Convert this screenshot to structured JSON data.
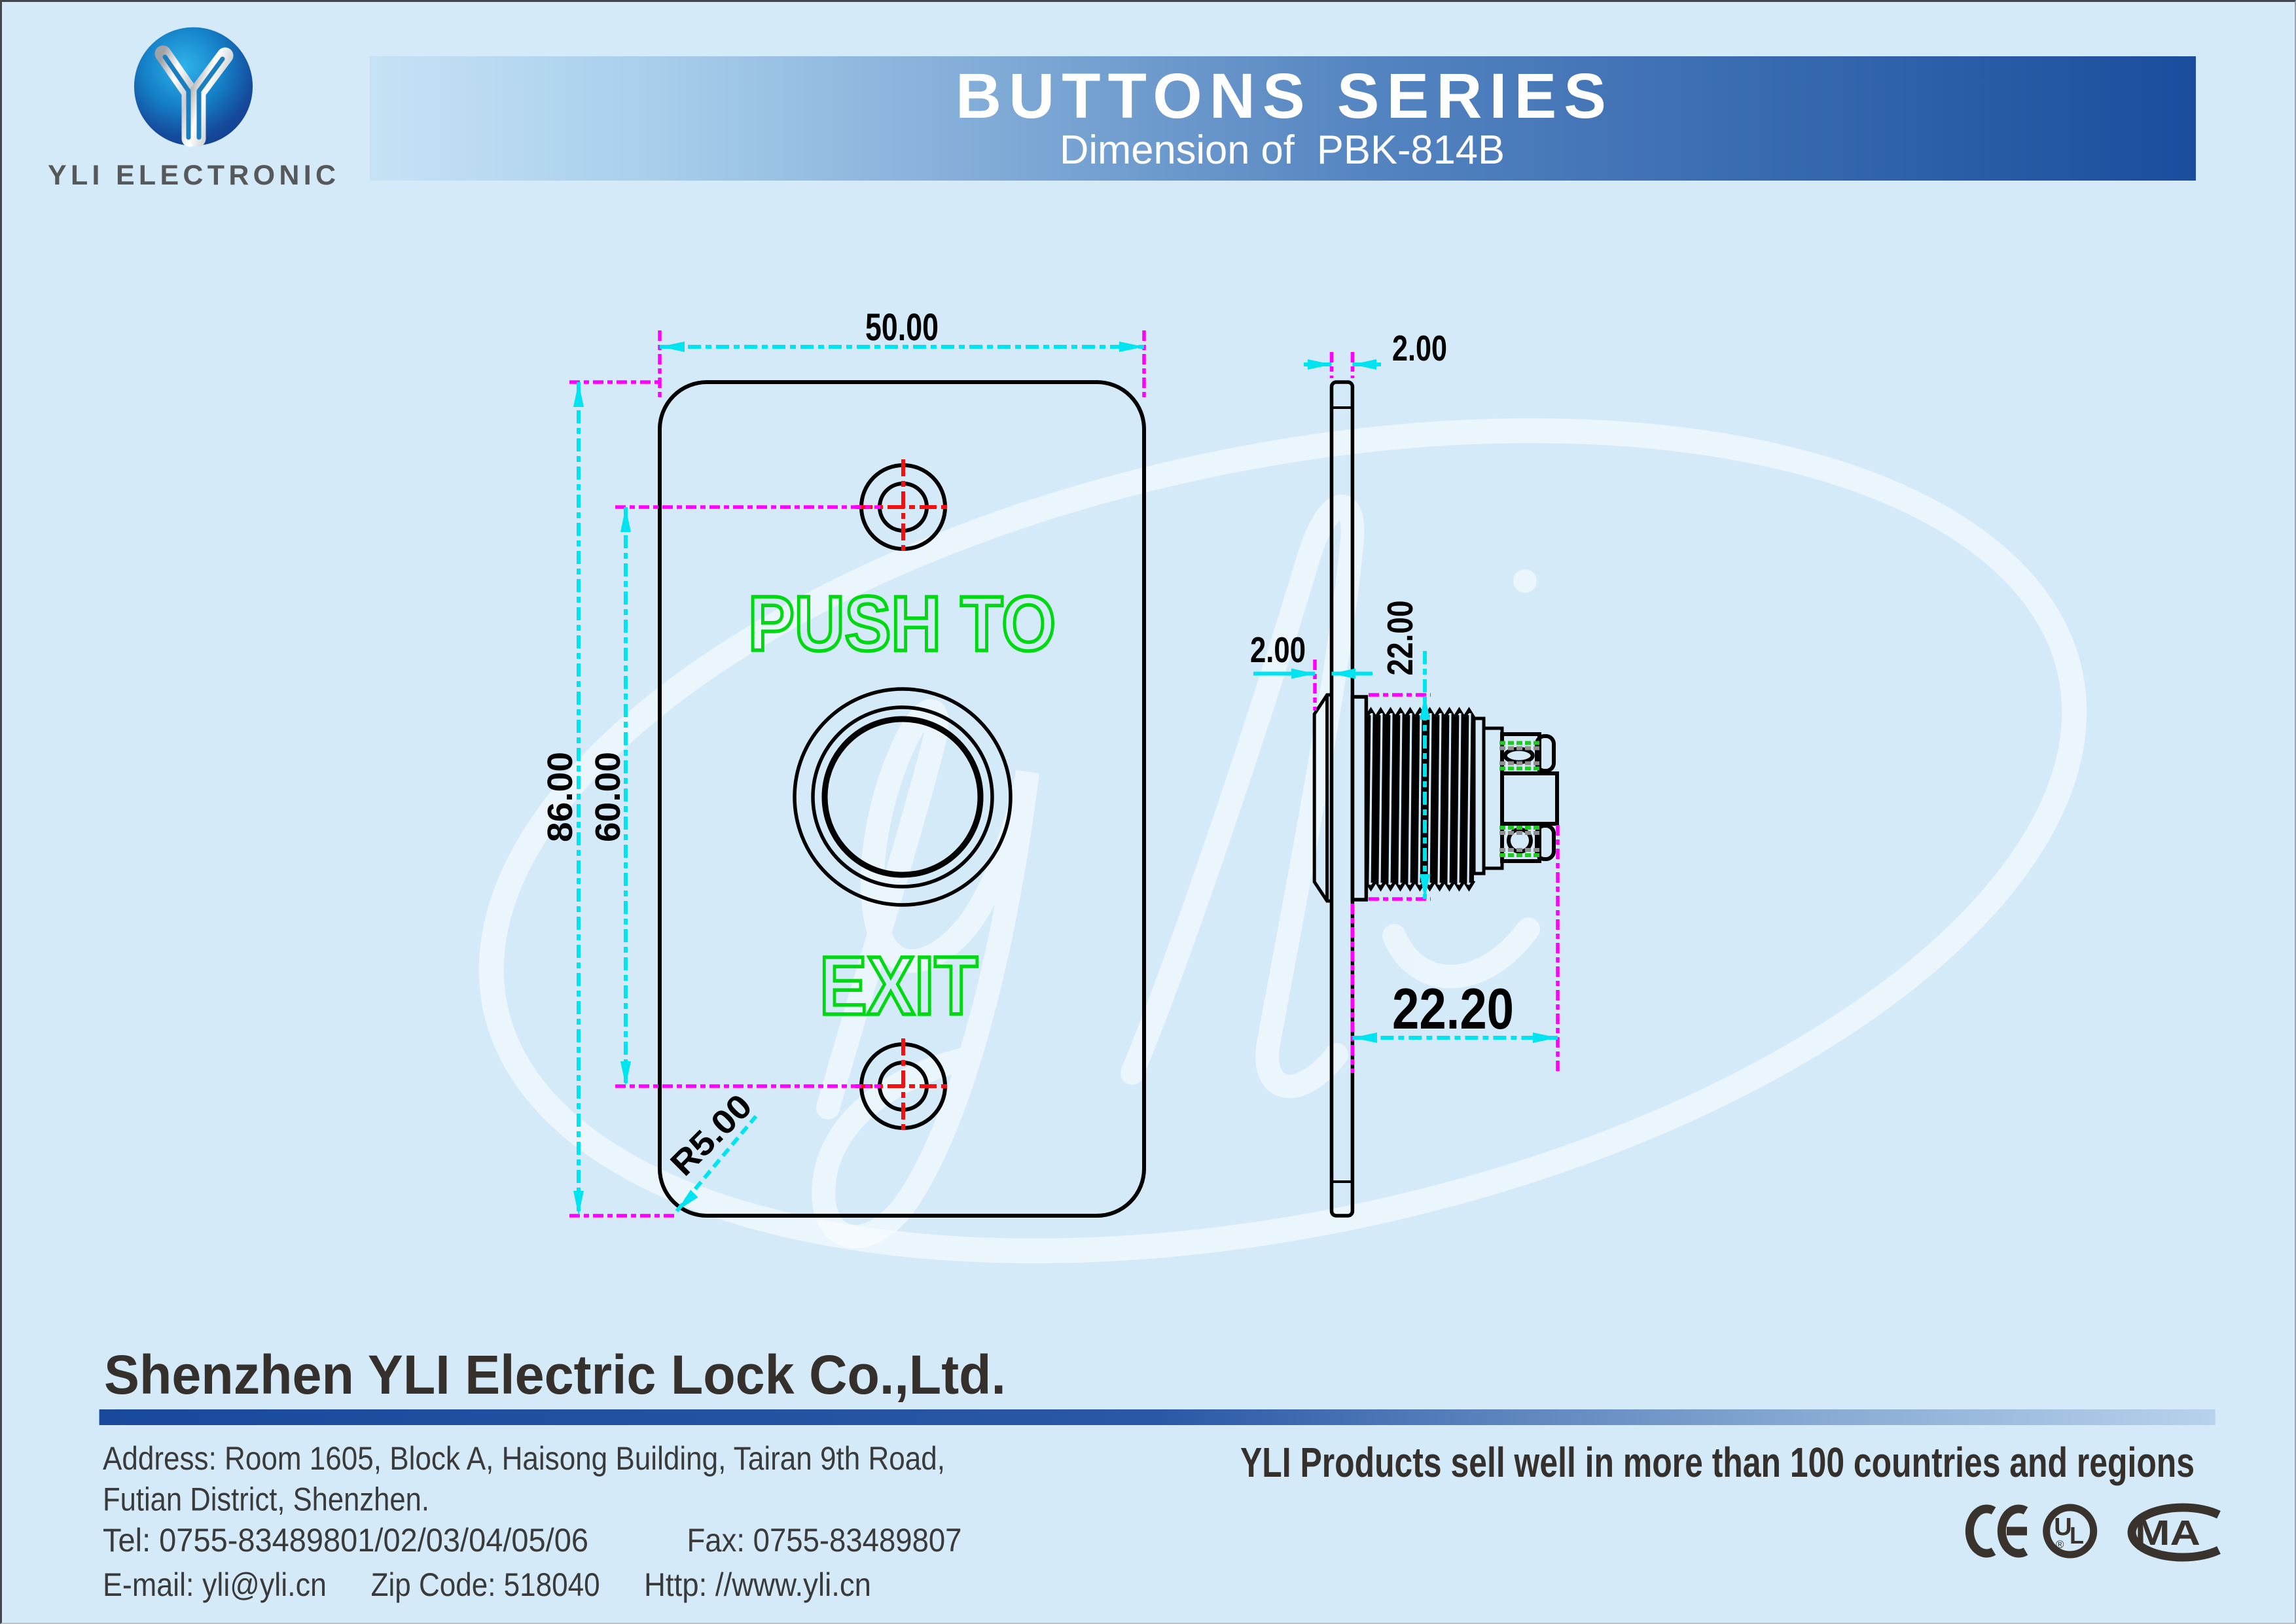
{
  "header": {
    "brand": "YLI ELECTRONIC",
    "title": "BUTTONS SERIES",
    "subtitle": "Dimension of  PBK-814B"
  },
  "drawing": {
    "front_view": {
      "width_mm": "50.00",
      "height_mm": "86.00",
      "hole_spacing_mm": "60.00",
      "corner_radius": "R5.00",
      "legend_line1": "PUSH TO",
      "legend_line2": "EXIT"
    },
    "side_view": {
      "plate_thickness_mm": "2.00",
      "head_protrusion_mm": "2.00",
      "head_diameter_mm": "22.00",
      "mount_depth_mm": "22.20"
    },
    "watermark_script": "yli"
  },
  "footer": {
    "company": "Shenzhen YLI Electric Lock Co.,Ltd.",
    "address_line1": "Address: Room 1605, Block A, Haisong Building, Tairan 9th Road,",
    "address_line2": "Futian District, Shenzhen.",
    "tel": "Tel: 0755-83489801/02/03/04/05/06",
    "fax": "Fax: 0755-83489807",
    "email": "E-mail: yli@yli.cn",
    "zip": "Zip Code: 518040",
    "http": "Http: //www.yli.cn",
    "tagline": "YLI Products sell well in more than 100 countries and regions",
    "marks": {
      "ce": "CE",
      "ul": "UL",
      "cma": "MA"
    }
  },
  "colors": {
    "bg": "#d5eaf8",
    "line": "#000000",
    "cyan": "#00e4f2",
    "magenta": "#ff00ff",
    "red": "#f21111",
    "green": "#00d911",
    "band-dark": "#1c4e9e",
    "band-light": "#cbe5f6",
    "divider-dark": "#1a499c",
    "divider-light": "#b7d2ec",
    "ink": "#3a3a3a",
    "ink-dark": "#35302c",
    "brand-gray": "#57585a",
    "mark": "#3a332d",
    "wm": "#ffffff"
  }
}
